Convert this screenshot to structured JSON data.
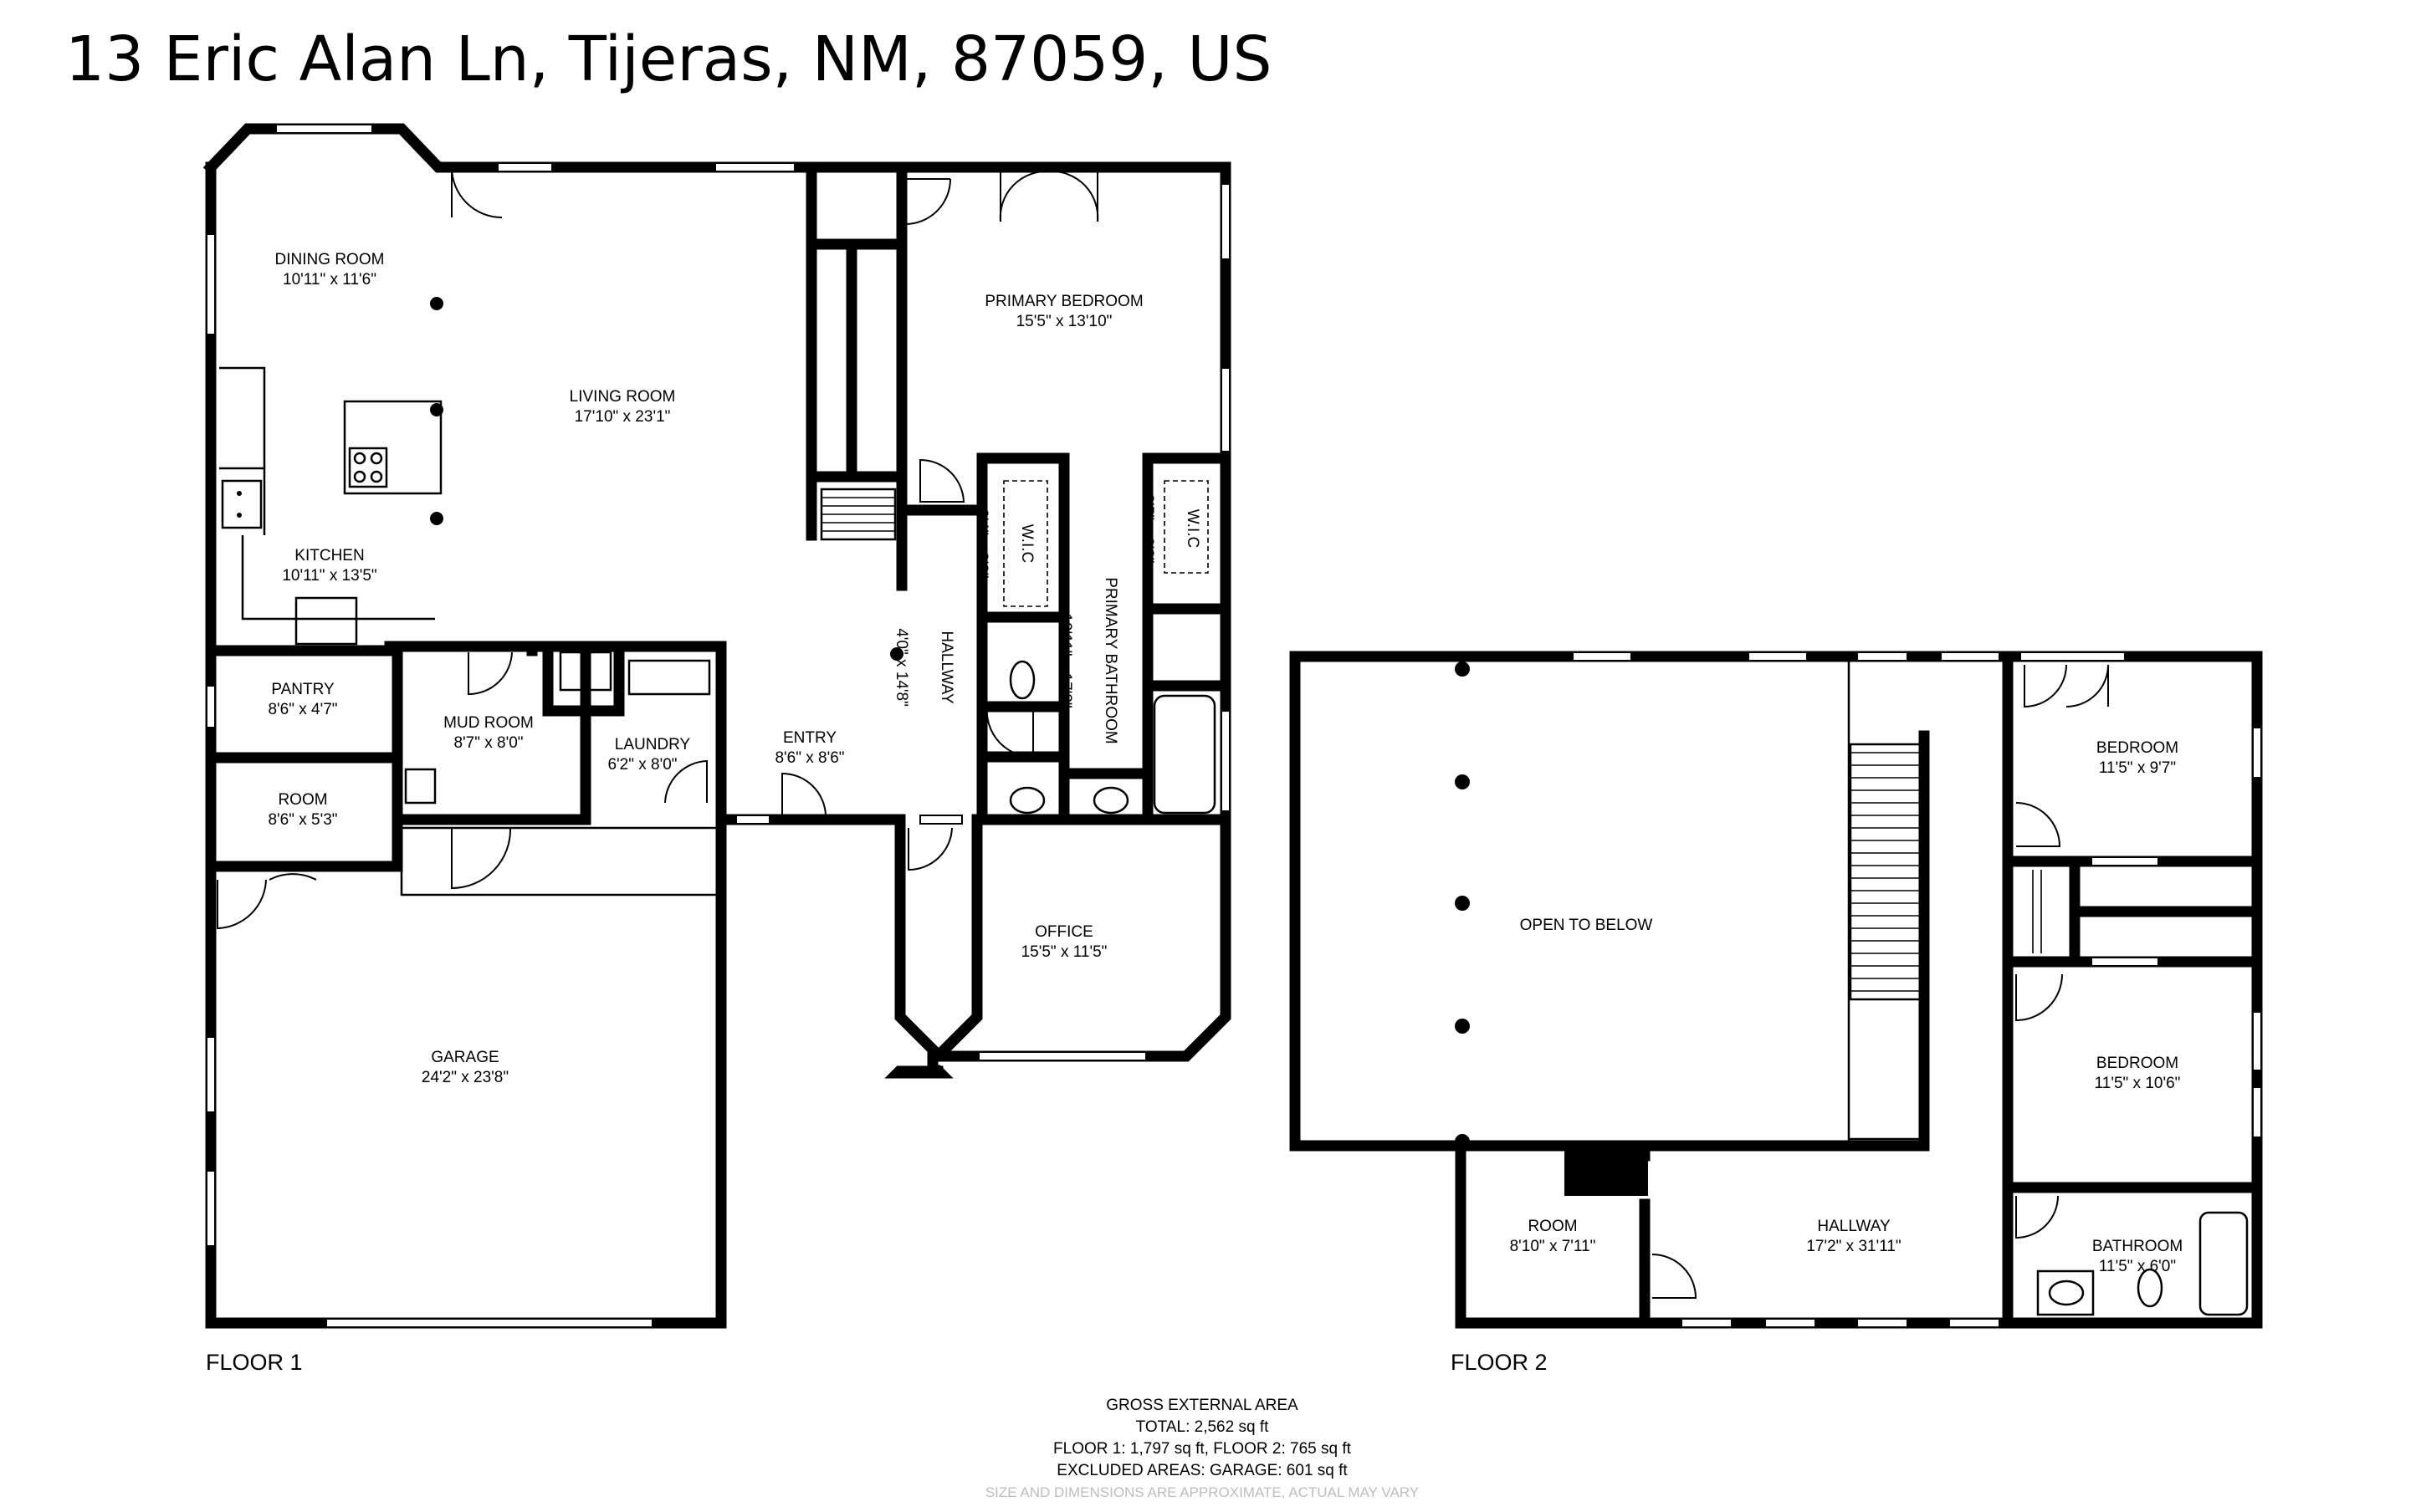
{
  "address": "13 Eric Alan Ln, Tijeras, NM, 87059, US",
  "floors": {
    "floor1": "FLOOR 1",
    "floor2": "FLOOR 2"
  },
  "rooms": {
    "dining": {
      "name": "DINING ROOM",
      "dims": "10'11\" x 11'6\""
    },
    "living": {
      "name": "LIVING ROOM",
      "dims": "17'10\" x 23'1\""
    },
    "kitchen": {
      "name": "KITCHEN",
      "dims": "10'11\" x 13'5\""
    },
    "primary_bedroom": {
      "name": "PRIMARY BEDROOM",
      "dims": "15'5\" x 13'10\""
    },
    "wic1": {
      "name": "W.I.C",
      "dims": "3'4\" x 8'8\""
    },
    "wic2": {
      "name": "W.I.C",
      "dims": "3'5\" x 6'8\""
    },
    "primary_bathroom": {
      "name": "PRIMARY BATHROOM",
      "dims": "10'11\" x 17'3\""
    },
    "hallway1": {
      "name": "HALLWAY",
      "dims": "4'0\" x 14'8\""
    },
    "pantry": {
      "name": "PANTRY",
      "dims": "8'6\" x 4'7\""
    },
    "mud_room": {
      "name": "MUD ROOM",
      "dims": "8'7\" x 8'0\""
    },
    "laundry": {
      "name": "LAUNDRY",
      "dims": "6'2\" x 8'0\""
    },
    "entry": {
      "name": "ENTRY",
      "dims": "8'6\" x 8'6\""
    },
    "room1": {
      "name": "ROOM",
      "dims": "8'6\" x 5'3\""
    },
    "office": {
      "name": "OFFICE",
      "dims": "15'5\" x 11'5\""
    },
    "garage": {
      "name": "GARAGE",
      "dims": "24'2\" x 23'8\""
    },
    "open_below": {
      "name": "OPEN TO BELOW"
    },
    "bedroom_a": {
      "name": "BEDROOM",
      "dims": "11'5\" x 9'7\""
    },
    "bedroom_b": {
      "name": "BEDROOM",
      "dims": "11'5\" x 10'6\""
    },
    "room2": {
      "name": "ROOM",
      "dims": "8'10\" x 7'11\""
    },
    "hallway2": {
      "name": "HALLWAY",
      "dims": "17'2\" x 31'11\""
    },
    "bathroom": {
      "name": "BATHROOM",
      "dims": "11'5\" x 6'0\""
    }
  },
  "footer": {
    "heading": "GROSS EXTERNAL AREA",
    "total": "TOTAL: 2,562 sq ft",
    "floors": "FLOOR 1: 1,797 sq ft, FLOOR 2: 765 sq ft",
    "excluded": "EXCLUDED AREAS: GARAGE: 601 sq ft",
    "disclaimer": "SIZE AND DIMENSIONS ARE APPROXIMATE, ACTUAL MAY VARY"
  }
}
